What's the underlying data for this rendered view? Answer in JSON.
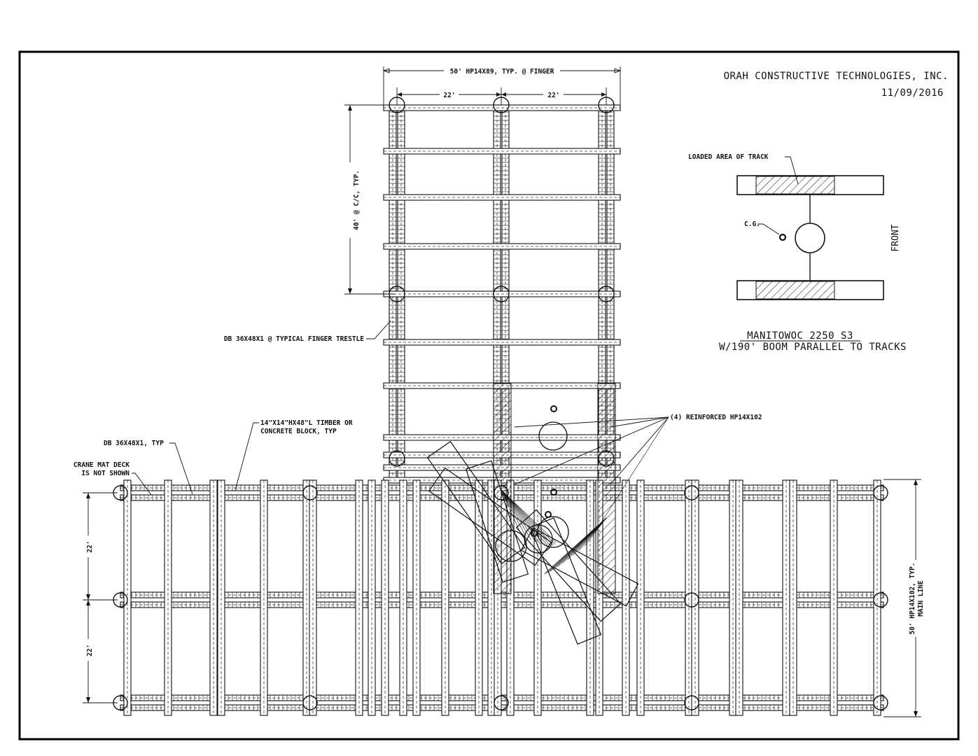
{
  "title_block": {
    "company": "ORAH CONSTRUCTIVE TECHNOLOGIES, INC.",
    "date": "11/09/2016"
  },
  "crane": {
    "model": "MANITOWOC 2250 S3",
    "boom": "W/190' BOOM PARALLEL TO TRACKS",
    "loaded_area_label": "LOADED AREA OF TRACK",
    "cg_label": "C.G.",
    "front_label": "FRONT"
  },
  "dimensions": {
    "finger_top": "50' HP14X89, TYP. @ FINGER",
    "span_left": "22'",
    "span_right": "22'",
    "finger_spacing": "40' @ C/C, TYP.",
    "main_span_top": "22'",
    "main_span_bottom": "22'",
    "main_line_1": "50' HP14X102, TYP.",
    "main_line_2": "MAIN LINE"
  },
  "callouts": {
    "finger_trestle": "DB 36X48X1 @ TYPICAL FINGER TRESTLE",
    "reinforced": "(4) REINFORCED HP14X102",
    "timber_1": "14\"X14\"HX48\"L TIMBER OR",
    "timber_2": "CONCRETE BLOCK, TYP",
    "db_typ": "DB 36X48X1, TYP",
    "mat_deck_1": "CRANE MAT DECK",
    "mat_deck_2": "IS NOT SHOWN"
  }
}
